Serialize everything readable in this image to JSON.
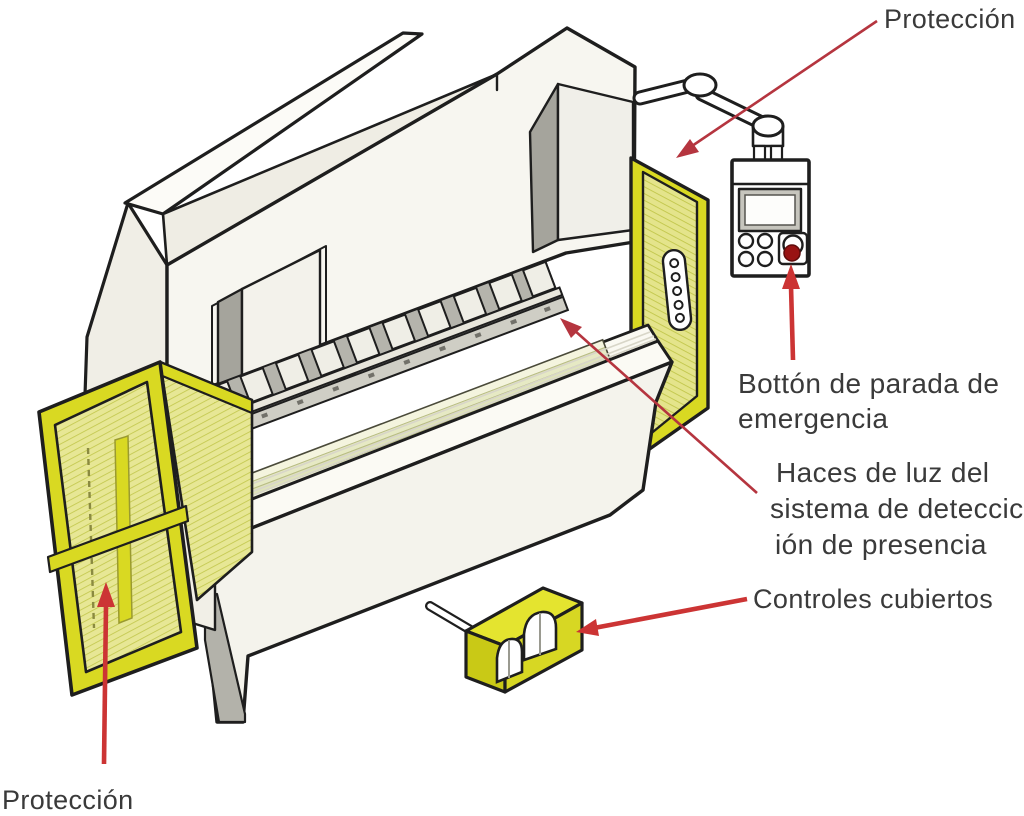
{
  "figure": {
    "type": "safety-diagram",
    "subject": "Prensa plegadora con dispositivos de seguridad"
  },
  "labels": {
    "guard_top": "Protección",
    "emergency_stop": {
      "lines": [
        "Bottón de parada de",
        "emergencia"
      ]
    },
    "light_curtain": {
      "lines": [
        "Haces de luz del",
        "sistema de deteccic",
        "ión de presencia"
      ]
    },
    "covered_controls": "Controles cubiertos",
    "guard_bottom": "Protección"
  },
  "colors": {
    "arrow_red_thin": "#b5353f",
    "arrow_red_thick": "#cc3434",
    "guard_yellow": "#d9d922",
    "guard_mesh": "#e7e795",
    "machine_body": "#f6f5ef",
    "panel_shadow": "#a5a49c",
    "outline": "#1e1e1e",
    "estop_red": "#991313",
    "label_text": "#3a3a3a",
    "background": "#ffffff"
  }
}
